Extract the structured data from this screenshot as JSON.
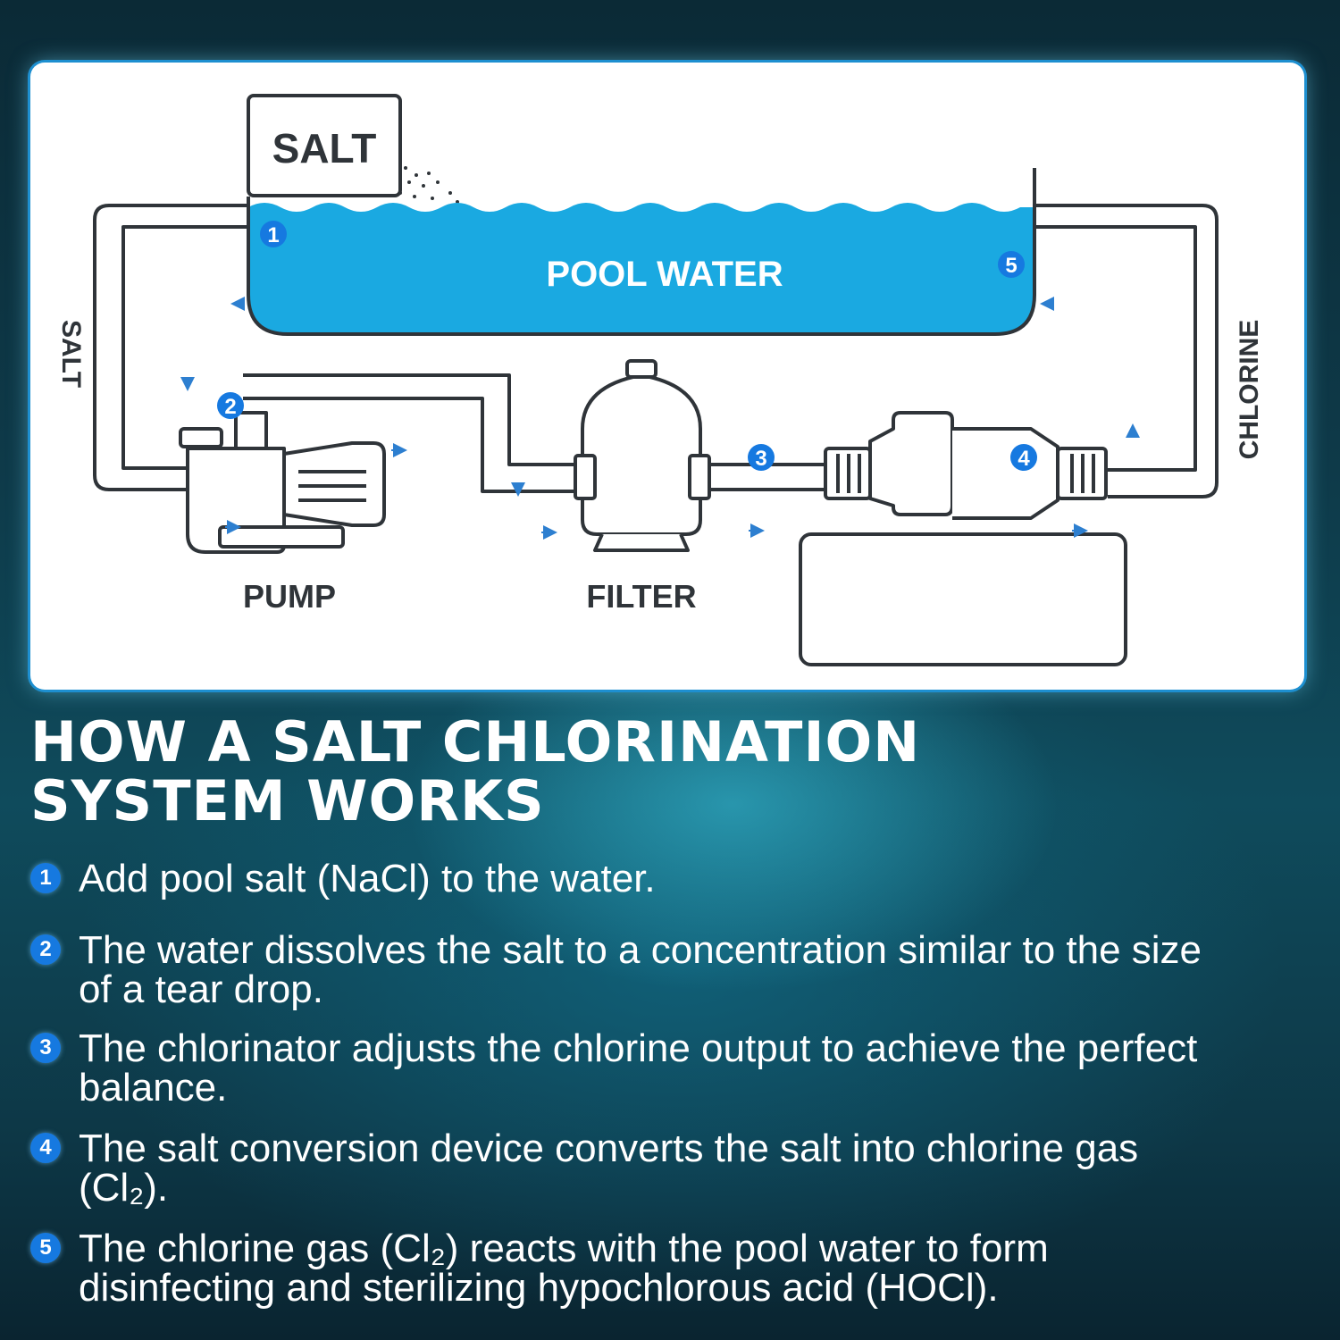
{
  "diagram": {
    "salt_box_label": "SALT",
    "pool_label": "POOL WATER",
    "pump_label": "PUMP",
    "filter_label": "FILTER",
    "left_side_label": "SALT",
    "right_side_label": "CHLORINE",
    "markers": [
      "1",
      "2",
      "3",
      "4",
      "5"
    ]
  },
  "title": "HOW A SALT CHLORINATION SYSTEM WORKS",
  "steps": [
    {
      "number": "1",
      "text": "Add pool salt (NaCl) to the water."
    },
    {
      "number": "2",
      "text": "The water dissolves the salt to a concentration similar to the size of a tear drop."
    },
    {
      "number": "3",
      "text": "The chlorinator adjusts the chlorine output to achieve the perfect balance."
    },
    {
      "number": "4",
      "text": "The salt conversion device converts the salt into chlorine gas (Cl₂)."
    },
    {
      "number": "5",
      "text": "The chlorine gas (Cl₂) reacts with the pool water to form disinfecting and sterilizing hypochlorous acid (HOCl)."
    }
  ],
  "colors": {
    "accent_blue": "#1679e0",
    "pool_water": "#1aa9e1",
    "line_dark": "#2f3439"
  }
}
